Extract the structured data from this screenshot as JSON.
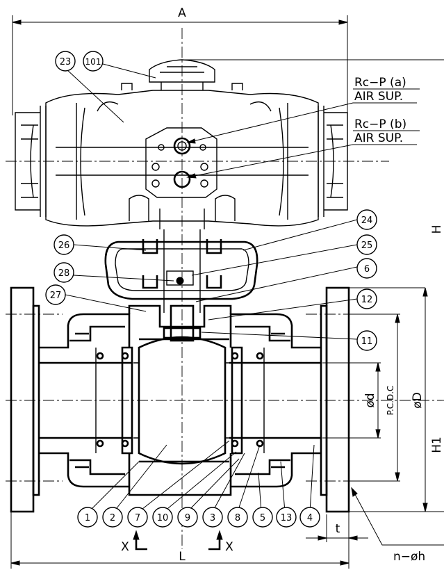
{
  "dimensions": {
    "A": "A",
    "L": "L",
    "H": "H",
    "H1": "H1",
    "t": "t",
    "phi_d": "ød",
    "pcd": "P.C.D.C",
    "phi_D": "øD",
    "bolts": "n−øh",
    "section_x": "X"
  },
  "ports": [
    {
      "code": "Rc−P (a)",
      "label": "AIR SUP."
    },
    {
      "code": "Rc−P (b)",
      "label": "AIR SUP."
    }
  ],
  "parts": {
    "p23": "23",
    "p101": "101",
    "p24": "24",
    "p25": "25",
    "p26": "26",
    "p28": "28",
    "p6": "6",
    "p27": "27",
    "p12": "12",
    "p11": "11",
    "bottom": [
      "1",
      "2",
      "7",
      "10",
      "9",
      "3",
      "8",
      "5",
      "13",
      "4"
    ]
  }
}
